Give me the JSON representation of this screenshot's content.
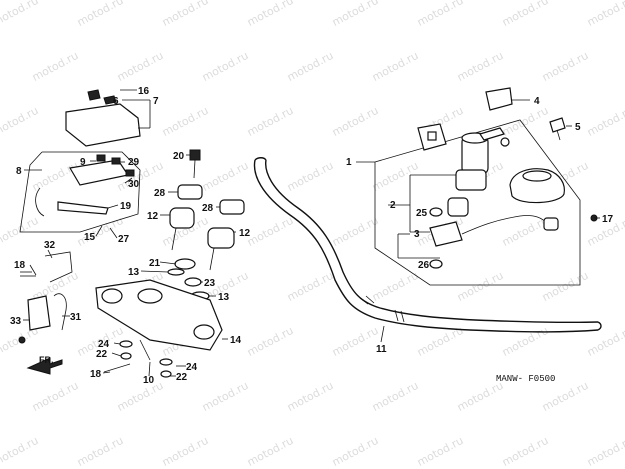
{
  "watermark": "motod.ru",
  "diagram_code": "MANW- F0500",
  "direction_label": "FR.",
  "callouts": [
    "1",
    "2",
    "3",
    "4",
    "5",
    "6",
    "7",
    "8",
    "9",
    "10",
    "11",
    "12",
    "12",
    "13",
    "13",
    "14",
    "15",
    "16",
    "17",
    "18",
    "18",
    "19",
    "20",
    "21",
    "22",
    "22",
    "23",
    "24",
    "24",
    "25",
    "26",
    "27",
    "28",
    "28",
    "29",
    "30",
    "31",
    "32",
    "33"
  ]
}
